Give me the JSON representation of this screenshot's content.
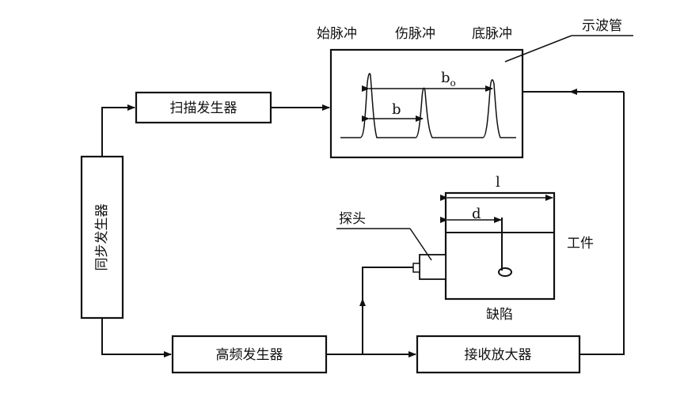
{
  "blocks": {
    "sweep_generator": "扫描发生器",
    "sync_generator": "同步发生器",
    "hf_generator": "高频发生器",
    "receiver_amplifier": "接收放大器"
  },
  "oscilloscope": {
    "label": "示波管",
    "pulses": [
      "始脉冲",
      "伤脉冲",
      "底脉冲"
    ],
    "dim_b0": "b",
    "dim_b0_sub": "o",
    "dim_b": "b"
  },
  "workpiece": {
    "label": "工件",
    "probe_label": "探头",
    "defect_label": "缺陷",
    "dim_l": "l",
    "dim_d": "d"
  }
}
